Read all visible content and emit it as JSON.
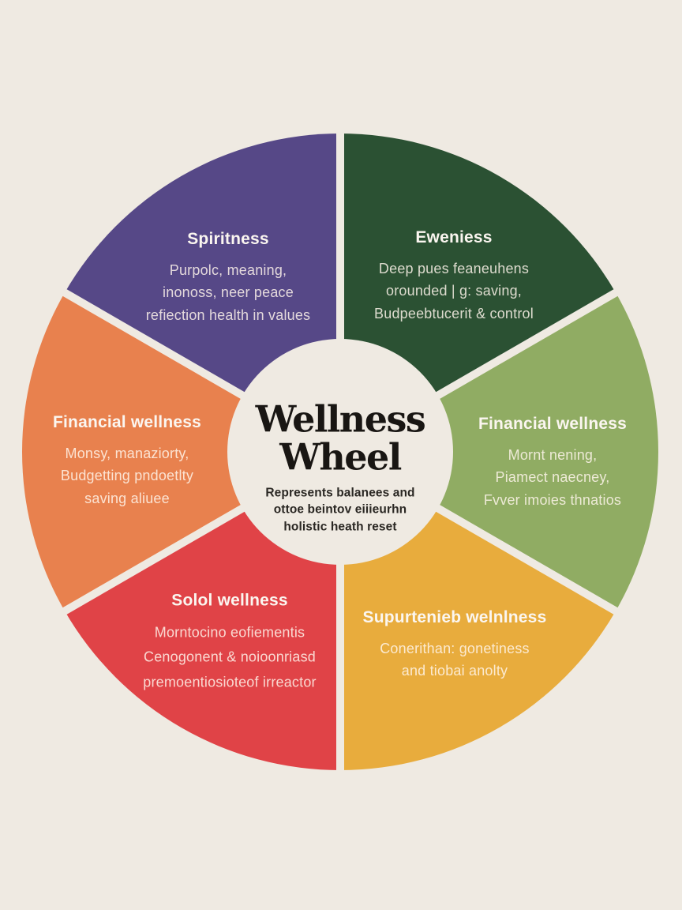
{
  "colors": {
    "background": "#EFEAE2",
    "center_title_text": "#191613",
    "center_sub_text": "#2A2723",
    "segment_text": "#FBF6F0"
  },
  "center": {
    "title_line1": "Wellness",
    "title_line2": "Wheel",
    "sub_line1": "Represents balanees and",
    "sub_line2": "ottoe beintov eiiieurhn",
    "sub_line3": "holistic heath reset"
  },
  "segments": [
    {
      "name": "awareness",
      "title": "Eweniess",
      "color": "#2B5133",
      "lines": {
        "0": "Deep pues feaneuhens",
        "1": "orounded | g: saving,",
        "2": "Budpeebtucerit & control"
      }
    },
    {
      "name": "financial-right",
      "title": "Financial wellness",
      "color": "#90AC63",
      "lines": {
        "0": "Mornt nening,",
        "1": "Piamect naecney,",
        "2": "Fvver imoies thnatios"
      }
    },
    {
      "name": "supportive",
      "title": "Supurtenieb welnlness",
      "color": "#E8AC3D",
      "lines": {
        "0": "Conerithan: gonetiness",
        "1": "and tiobai anolty"
      }
    },
    {
      "name": "social",
      "title": "Solol wellness",
      "color": "#E04347",
      "lines": {
        "0": "Morntocino eofiementis",
        "1": "Cenogonent & noioonriasd",
        "2": "premoentiosioteof irreactor"
      }
    },
    {
      "name": "financial-left",
      "title": "Financial wellness",
      "color": "#E8814E",
      "lines": {
        "0": "Monsy, manaziorty,",
        "1": "Budgetting pndoetlty",
        "2": "saving aliuee"
      }
    },
    {
      "name": "spiritual",
      "title": "Spiritness",
      "color": "#564887",
      "lines": {
        "0": "Purpolc, meaning,",
        "1": "inonoss, neer peace",
        "2": "refiection health in values"
      }
    }
  ]
}
